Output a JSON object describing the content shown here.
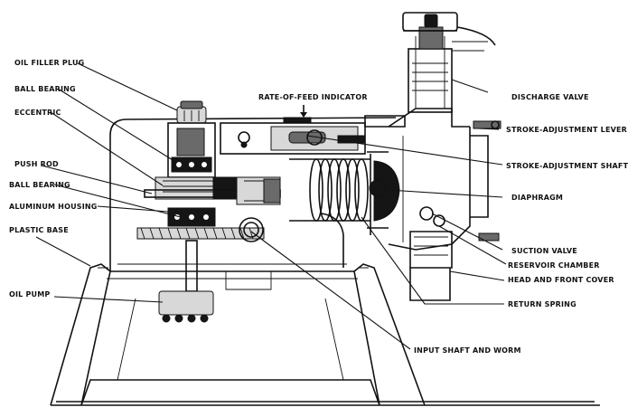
{
  "labels": {
    "oil_filler_plug": "OIL FILLER PLUG",
    "ball_bearing_top": "BALL BEARING",
    "eccentric": "ECCENTRIC",
    "push_rod": "PUSH ROD",
    "ball_bearing_lower": "BALL BEARING",
    "aluminum_housing": "ALUMINUM HOUSING",
    "plastic_base": "PLASTIC BASE",
    "oil_pump": "OIL PUMP",
    "rate_of_feed_indicator": "RATE-OF-FEED INDICATOR",
    "discharge_valve": "DISCHARGE VALVE",
    "stroke_adjustment_lever": "STROKE-ADJUSTMENT LEVER",
    "stroke_adjustment_shaft": "STROKE-ADJUSTMENT SHAFT",
    "diaphragm": "DIAPHRAGM",
    "suction_valve": "SUCTION VALVE",
    "reservoir_chamber": "RESERVOIR CHAMBER",
    "head_and_front_cover": "HEAD AND FRONT COVER",
    "return_spring": "RETURN SPRING",
    "input_shaft_and_worm": "INPUT SHAFT AND WORM"
  }
}
